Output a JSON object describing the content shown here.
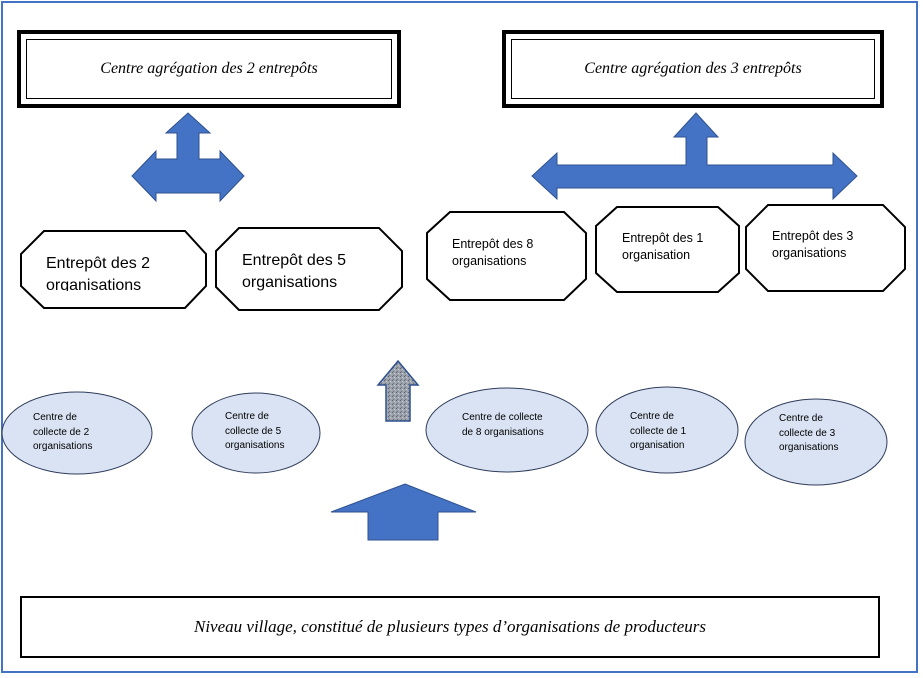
{
  "aggregation_centers": [
    {
      "label": "Centre agrégation des 2 entrepôts"
    },
    {
      "label": "Centre agrégation des 3 entrepôts"
    }
  ],
  "warehouses": [
    {
      "line1": "Entrepôt des 2",
      "line2": "organisations"
    },
    {
      "line1": "Entrepôt des 5",
      "line2": "organisations"
    },
    {
      "line1": "Entrepôt des 8",
      "line2": "organisations"
    },
    {
      "line1": "Entrepôt des 1",
      "line2": "organisation"
    },
    {
      "line1": "Entrepôt des 3",
      "line2": "organisations"
    }
  ],
  "collection_centers": [
    {
      "line1": "Centre de",
      "line2": "collecte de 2",
      "line3": "organisations"
    },
    {
      "line1": "Centre de",
      "line2": "collecte de 5",
      "line3": "organisations"
    },
    {
      "line1": "Centre de collecte",
      "line2": "de 8 organisations",
      "line3": ""
    },
    {
      "line1": "Centre de",
      "line2": "collecte de 1",
      "line3": "organisation"
    },
    {
      "line1": "Centre de",
      "line2": "collecte de 3",
      "line3": "organisations"
    }
  ],
  "village_level": "Niveau village, constitué de plusieurs types d’organisations de producteurs",
  "colors": {
    "arrow_fill": "#4472c4",
    "ellipse_fill": "#dae3f3",
    "ellipse_stroke": "#2f3d5a",
    "frame": "#4472c4"
  }
}
